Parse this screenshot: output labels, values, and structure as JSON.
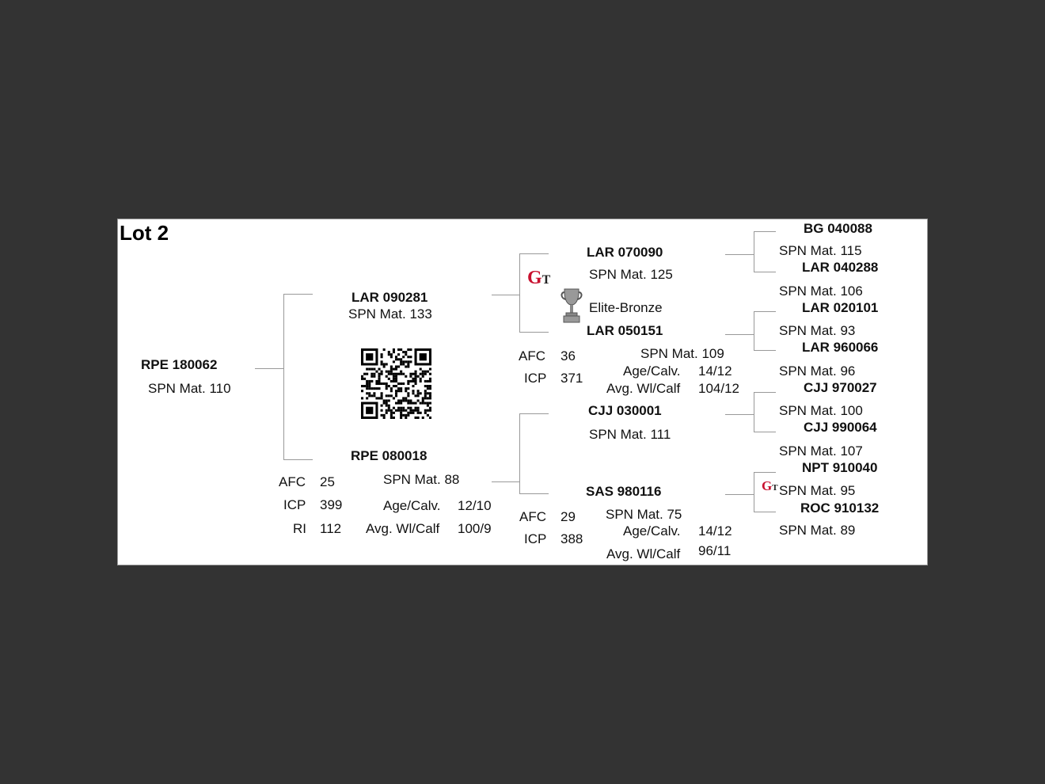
{
  "title": "Lot 2",
  "subject": {
    "id": "RPE 180062",
    "spn": "SPN Mat. 110"
  },
  "sire": {
    "id": "LAR 090281",
    "spn": "SPN Mat. 133"
  },
  "dam": {
    "id": "RPE 080018",
    "spn": "SPN Mat. 88",
    "afc_label": "AFC",
    "afc": "25",
    "icp_label": "ICP",
    "icp": "399",
    "ri_label": "RI",
    "ri": "112",
    "age_label": "Age/Calv.",
    "age": "12/10",
    "wi_label": "Avg. Wl/Calf",
    "wi": "100/9"
  },
  "ss": {
    "id": "LAR 070090",
    "spn": "SPN Mat. 125",
    "award": "Elite-Bronze"
  },
  "sd": {
    "id": "LAR 050151",
    "spn": "SPN Mat. 109",
    "afc_label": "AFC",
    "afc": "36",
    "icp_label": "ICP",
    "icp": "371",
    "age_label": "Age/Calv.",
    "age": "14/12",
    "wi_label": "Avg. Wl/Calf",
    "wi": "104/12"
  },
  "ds": {
    "id": "CJJ 030001",
    "spn": "SPN Mat. 111"
  },
  "dd": {
    "id": "SAS 980116",
    "spn": "SPN Mat. 75",
    "afc_label": "AFC",
    "afc": "29",
    "icp_label": "ICP",
    "icp": "388",
    "age_label": "Age/Calv.",
    "age": "14/12",
    "wi_label": "Avg. Wl/Calf",
    "wi": "96/11"
  },
  "gg": [
    {
      "id": "BG  040088",
      "spn": "SPN Mat. 115"
    },
    {
      "id": "LAR 040288",
      "spn": "SPN Mat. 106"
    },
    {
      "id": "LAR 020101",
      "spn": "SPN Mat. 93"
    },
    {
      "id": "LAR 960066",
      "spn": "SPN Mat. 96"
    },
    {
      "id": "CJJ 970027",
      "spn": "SPN Mat. 100"
    },
    {
      "id": "CJJ 990064",
      "spn": "SPN Mat. 107"
    },
    {
      "id": "NPT 910040",
      "spn": "SPN Mat. 95"
    },
    {
      "id": "ROC 910132",
      "spn": "SPN Mat. 89"
    }
  ],
  "logo": "GT"
}
